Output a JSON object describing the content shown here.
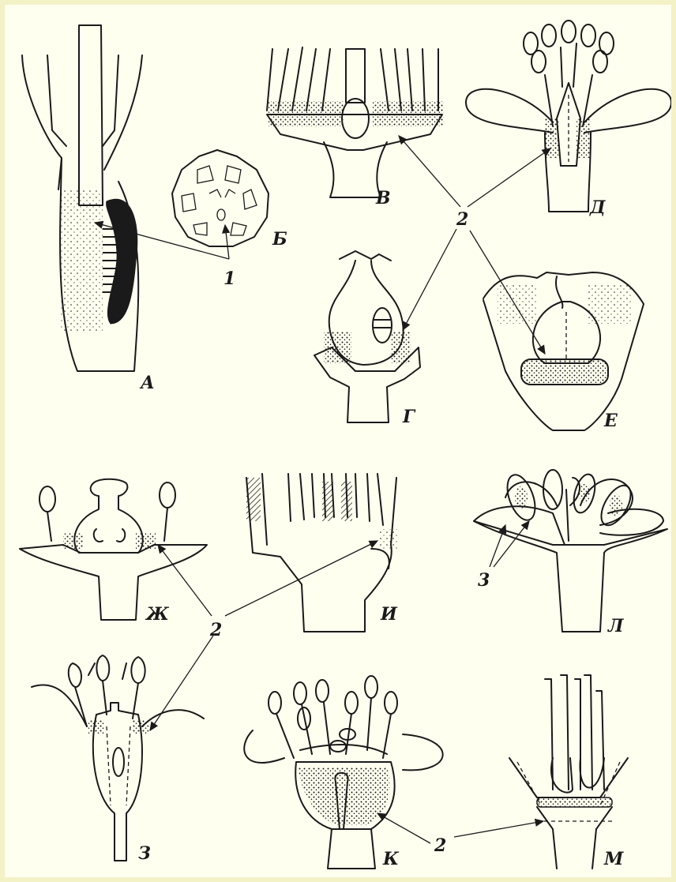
{
  "figure": {
    "panel_labels": {
      "A": "А",
      "B": "Б",
      "V": "В",
      "G": "Г",
      "D": "Д",
      "E": "Е",
      "ZH": "Ж",
      "I": "И",
      "L": "Л",
      "Z": "З",
      "K": "К",
      "M": "М"
    },
    "callouts": {
      "one": "1",
      "two": "2",
      "three": "3"
    },
    "colors": {
      "background": "#fffff0",
      "ink": "#1a1a1a",
      "frame": "#f3f1c6"
    }
  }
}
